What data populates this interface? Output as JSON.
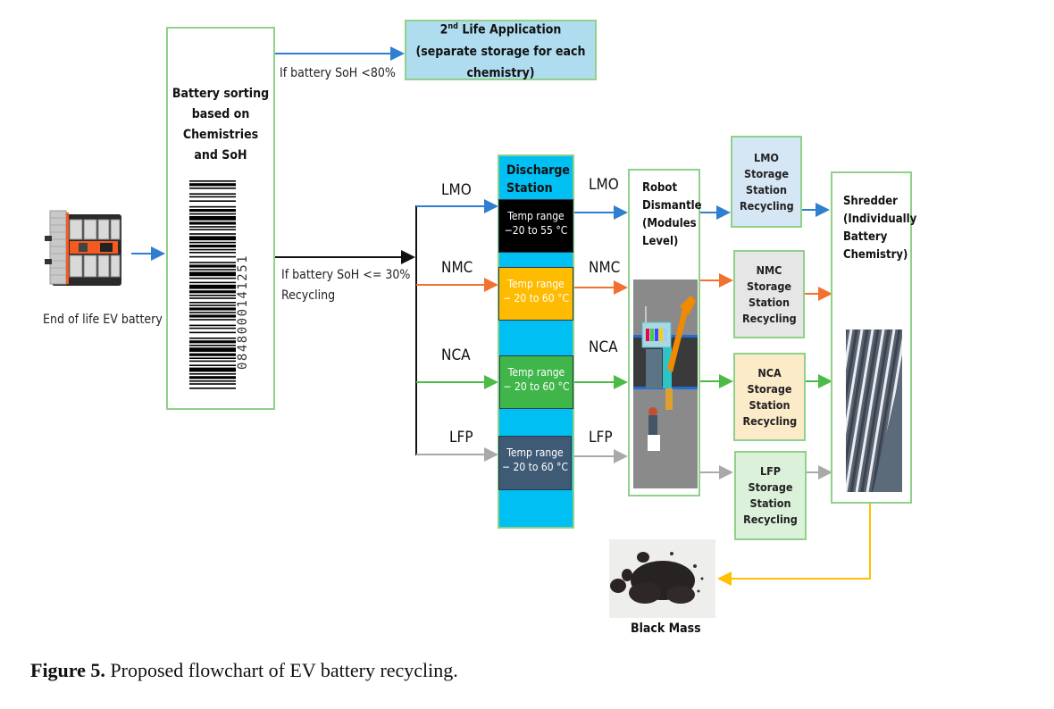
{
  "ev_battery": {
    "label": "End of life EV battery",
    "image": "ev-battery-pack-photo"
  },
  "sorting": {
    "title": "Battery sorting based on Chemistries and SoH",
    "barcode_number": "0848000141251"
  },
  "second_life": {
    "condition": "If battery SoH <80%",
    "title_sup_base": "2",
    "title_sup": "nd",
    "title_rest": " Life Application (separate storage for each chemistry)"
  },
  "recycling_branch": {
    "condition_line1": "If battery SoH <= 30%",
    "condition_line2": "Recycling"
  },
  "discharge": {
    "title": "Discharge Station",
    "stations": [
      {
        "chemistry": "LMO",
        "temp_title": "Temp range",
        "temp_range": "−20 to 55 °C",
        "color": "#000000",
        "text_color": "#ffffff",
        "arrow_color": "#2f7fd1"
      },
      {
        "chemistry": "NMC",
        "temp_title": "Temp range",
        "temp_range": "− 20 to 60 °C",
        "color": "#ffbb00",
        "text_color": "#ffffff",
        "arrow_color": "#f27130"
      },
      {
        "chemistry": "NCA",
        "temp_title": "Temp range",
        "temp_range": "− 20 to 60 °C",
        "color": "#3fb54a",
        "text_color": "#ffffff",
        "arrow_color": "#4cbb45"
      },
      {
        "chemistry": "LFP",
        "temp_title": "Temp range",
        "temp_range": "− 20 to 60 °C",
        "color": "#3e5a74",
        "text_color": "#ffffff",
        "arrow_color": "#a9a9a9"
      }
    ],
    "bg_color": "#00bff2"
  },
  "robot": {
    "title": "Robot Dismantle (Modules Level)",
    "image": "robot-dismantle-render"
  },
  "storage": [
    {
      "label": "LMO Storage Station Recycling",
      "bg": "#d5e6f5"
    },
    {
      "label": "NMC Storage Station Recycling",
      "bg": "#e6e6e6"
    },
    {
      "label": "NCA Storage Station Recycling",
      "bg": "#fcebc9"
    },
    {
      "label": "LFP Storage Station Recycling",
      "bg": "#dbf1da"
    }
  ],
  "shredder": {
    "title": "Shredder (Individually Battery Chemistry)",
    "image": "shredder-blades-photo"
  },
  "black_mass": {
    "label": "Black Mass",
    "image": "black-mass-photo",
    "arrow_color": "#ffc000"
  },
  "caption": {
    "figure_label": "Figure 5.",
    "text": " Proposed flowchart of EV battery recycling."
  }
}
